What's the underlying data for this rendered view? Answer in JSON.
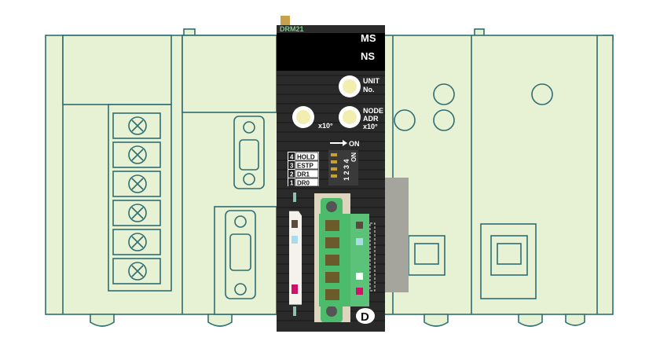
{
  "module": {
    "model": "DRM21",
    "indicators": [
      "MS",
      "NS"
    ],
    "unit_label": [
      "UNIT",
      "No."
    ],
    "node_label": [
      "NODE",
      "ADR",
      "x10°"
    ],
    "left_rotary_label": "x10°",
    "dip_on_label": "ON",
    "dip_numbers": "1 2 3 4",
    "dip_side_on": "ON",
    "dip_functions": [
      {
        "num": "4",
        "label": "HOLD"
      },
      {
        "num": "3",
        "label": "ESTP"
      },
      {
        "num": "2",
        "label": "DR1"
      },
      {
        "num": "1",
        "label": "DR0"
      }
    ],
    "logo": "D"
  },
  "colors": {
    "backplane_fill": "#e7f1d3",
    "outline": "#2f6e73",
    "module_body": "#2a2a2a",
    "connector": "#4dbb6c",
    "wire_brown": "#5a4a40",
    "wire_blue": "#a8dcea",
    "wire_white": "#ffffff",
    "wire_red": "#d0106a"
  }
}
